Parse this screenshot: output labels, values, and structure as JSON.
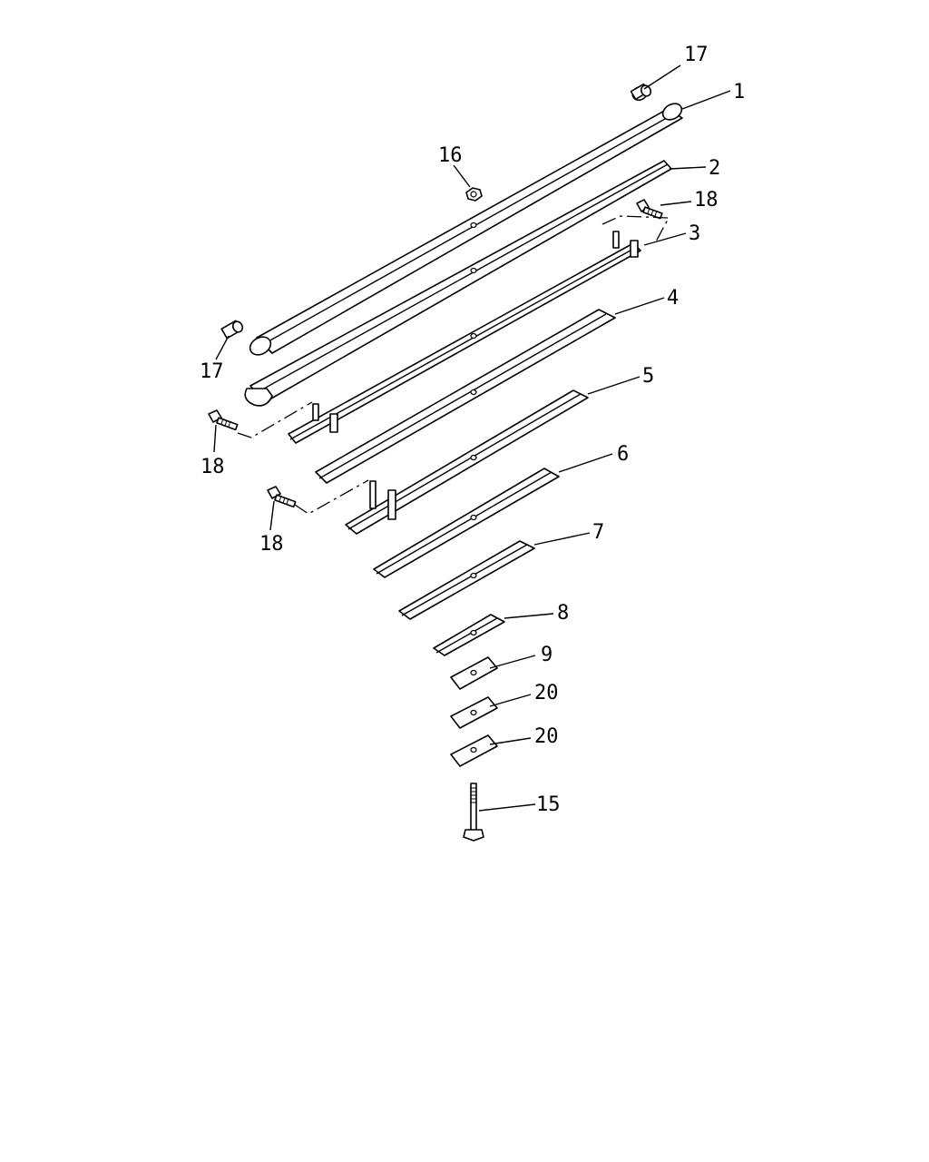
{
  "diagram": {
    "callouts": [
      {
        "id": "c1",
        "label": "1"
      },
      {
        "id": "c2",
        "label": "2"
      },
      {
        "id": "c3",
        "label": "3"
      },
      {
        "id": "c4",
        "label": "4"
      },
      {
        "id": "c5",
        "label": "5"
      },
      {
        "id": "c6",
        "label": "6"
      },
      {
        "id": "c7",
        "label": "7"
      },
      {
        "id": "c8",
        "label": "8"
      },
      {
        "id": "c9",
        "label": "9"
      },
      {
        "id": "c15",
        "label": "15"
      },
      {
        "id": "c16",
        "label": "16"
      },
      {
        "id": "c17a",
        "label": "17"
      },
      {
        "id": "c17b",
        "label": "17"
      },
      {
        "id": "c18a",
        "label": "18"
      },
      {
        "id": "c18b",
        "label": "18"
      },
      {
        "id": "c18c",
        "label": "18"
      },
      {
        "id": "c20a",
        "label": "20"
      },
      {
        "id": "c20b",
        "label": "20"
      }
    ]
  }
}
